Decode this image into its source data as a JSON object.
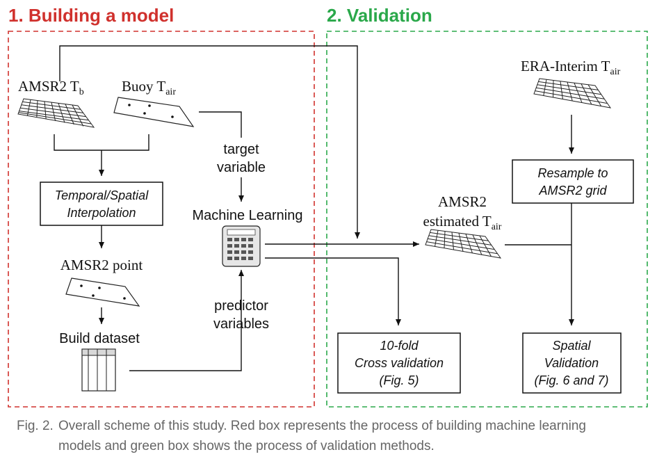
{
  "section1": {
    "title": "1. Building a model",
    "color": "#d0312d"
  },
  "section2": {
    "title": "2. Validation",
    "color": "#2aa84a"
  },
  "nodes": {
    "amsr2_tb": {
      "main": "AMSR2 T",
      "sub": "b"
    },
    "buoy_tair": {
      "main": "Buoy T",
      "sub": "air"
    },
    "interp": {
      "line1": "Temporal/Spatial",
      "line2": "Interpolation"
    },
    "amsr2_point": "AMSR2 point",
    "build_dataset": "Build dataset",
    "target_variable": {
      "line1": "target",
      "line2": "variable"
    },
    "machine_learning": "Machine Learning",
    "predictor_variables": {
      "line1": "predictor",
      "line2": "variables"
    },
    "era_interim": {
      "main": "ERA-Interim T",
      "sub": "air"
    },
    "resample": {
      "line1": "Resample to",
      "line2": "AMSR2 grid"
    },
    "amsr2_estimated": {
      "line1": "AMSR2",
      "line2_main": "estimated T",
      "line2_sub": "air"
    },
    "cross_validation": {
      "line1": "10-fold",
      "line2": "Cross validation",
      "line3": "(Fig. 5)"
    },
    "spatial_validation": {
      "line1": "Spatial",
      "line2": "Validation",
      "line3": "(Fig. 6 and 7)"
    }
  },
  "caption": {
    "label": "Fig. 2.",
    "line1": "Overall scheme of this study. Red box represents the process of building machine learning",
    "line2": "models and green box shows the process of validation methods."
  }
}
